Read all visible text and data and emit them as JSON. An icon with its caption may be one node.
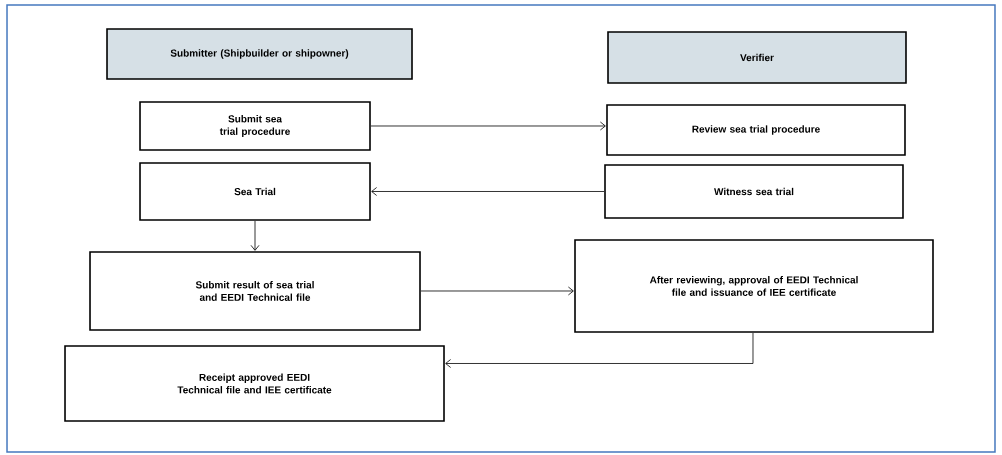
{
  "diagram": {
    "nodes": [
      {
        "text": [
          "Submitter (Shipbuilder or shipowner)"
        ]
      },
      {
        "text": [
          "Verifier"
        ]
      },
      {
        "text": [
          "Submit sea trial procedure"
        ]
      },
      {
        "text": [
          "Review sea trial procedure"
        ]
      },
      {
        "text": [
          "Sea Trial"
        ]
      },
      {
        "text": [
          "Witness sea trial"
        ]
      },
      {
        "text": [
          "Submit result of sea trial and EEDI Technical file"
        ]
      },
      {
        "text": [
          "After reviewing, approval of EEDI Technical file and issuance of IEE certificate"
        ]
      },
      {
        "text": [
          "Receipt approved EEDI Technical file and IEE certificate"
        ]
      }
    ],
    "edges": [
      {
        "from": 2,
        "to": 3,
        "arrow": "to"
      },
      {
        "from": 5,
        "to": 4,
        "arrow": "to"
      },
      {
        "from": 4,
        "to": 6,
        "arrow": "to"
      },
      {
        "from": 6,
        "to": 7,
        "arrow": "to"
      },
      {
        "from": 7,
        "to": 8,
        "arrow": "to"
      }
    ]
  }
}
